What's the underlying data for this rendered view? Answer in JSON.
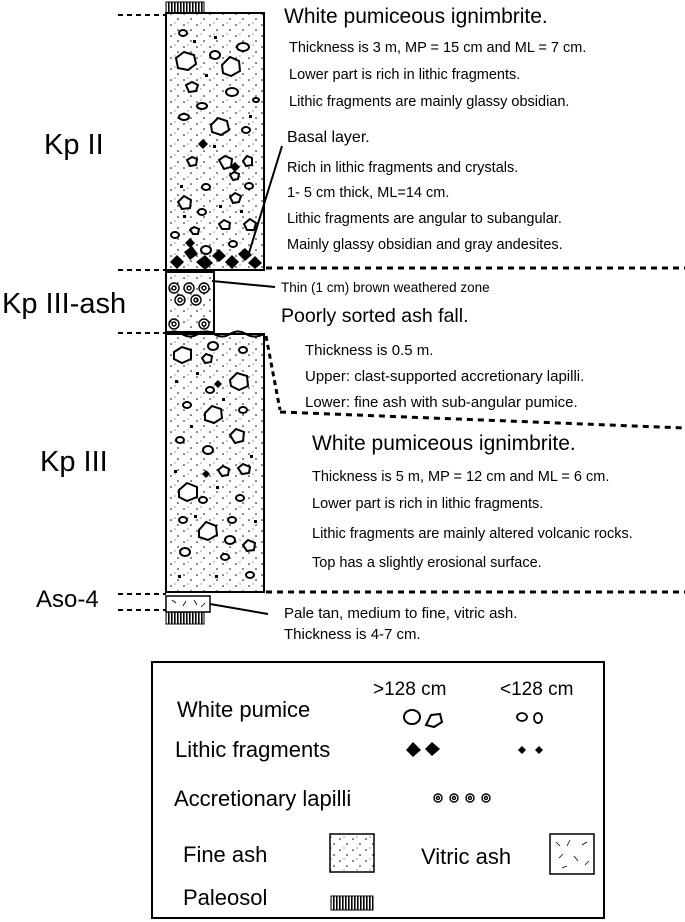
{
  "units": {
    "kp2": "Kp II",
    "kp3ash": "Kp III-ash",
    "kp3": "Kp III",
    "aso4": "Aso-4"
  },
  "descriptions": {
    "kp2_ign": {
      "title": "White pumiceous ignimbrite.",
      "lines": [
        "Thickness is 3 m, MP = 15 cm and ML = 7 cm.",
        "Lower part is rich in lithic fragments.",
        "Lithic fragments are mainly glassy obsidian."
      ]
    },
    "basal": {
      "title": "Basal layer.",
      "lines": [
        "Rich in lithic fragments and crystals.",
        "1- 5 cm thick, ML=14 cm.",
        "Lithic fragments are angular to subangular.",
        "Mainly glassy obsidian and gray andesites."
      ]
    },
    "weathered": "Thin (1 cm)  brown weathered zone",
    "ashfall": {
      "title": "Poorly sorted ash fall.",
      "lines": [
        "Thickness is 0.5 m.",
        "Upper: clast-supported accretionary lapilli.",
        "Lower: fine ash with sub-angular pumice."
      ]
    },
    "kp3_ign": {
      "title": "White pumiceous ignimbrite.",
      "lines": [
        "Thickness is 5 m, MP = 12 cm and ML = 6 cm.",
        "Lower part is rich in lithic fragments.",
        "Lithic fragments are mainly altered volcanic rocks.",
        "Top has a slightly erosional surface."
      ]
    },
    "aso4": {
      "lines": [
        "Pale tan, medium to fine, vitric ash.",
        "Thickness is 4-7 cm."
      ]
    }
  },
  "legend": {
    "col_large": ">128 cm",
    "col_small": "<128 cm",
    "white_pumice": "White pumice",
    "lithic": "Lithic fragments",
    "accretionary": "Accretionary lapilli",
    "fine_ash": "Fine ash",
    "vitric_ash": "Vitric ash",
    "paleosol": "Paleosol"
  }
}
